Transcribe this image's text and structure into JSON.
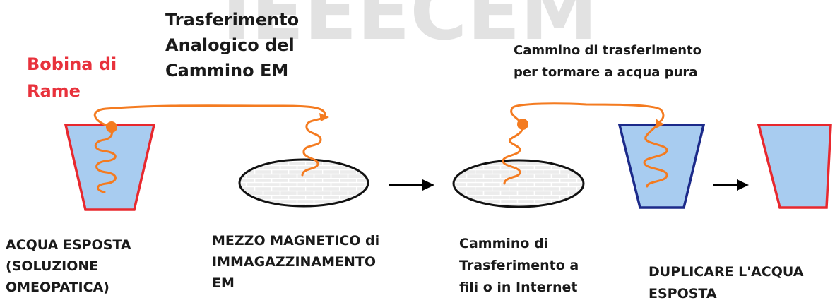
{
  "watermark": "IEEECEM",
  "labels": {
    "title": [
      "Trasferimento",
      "Analogico del",
      "Cammino EM"
    ],
    "coil": [
      "Bobina di",
      "Rame"
    ],
    "return_path": [
      "Cammino di trasferimento",
      "per tormare a acqua pura"
    ],
    "exposed_water": [
      "ACQUA ESPOSTA",
      "(SOLUZIONE",
      "OMEOPATICA)"
    ],
    "magnetic_medium": [
      "MEZZO MAGNETICO di",
      "IMMAGAZZINAMENTO",
      "EM"
    ],
    "transfer_path": [
      "Cammino di",
      "Trasferimento a",
      "fili o in Internet"
    ],
    "duplicate_water": [
      "DUPLICARE L'ACQUA",
      "ESPOSTA"
    ]
  },
  "colors": {
    "wire": "#f47b20",
    "water_fill": "#a8ccf0",
    "cup_red": "#e8282e",
    "cup_blue": "#1c2a8a",
    "disc_fill": "#e8e8e8",
    "watermark": "#dedede"
  }
}
